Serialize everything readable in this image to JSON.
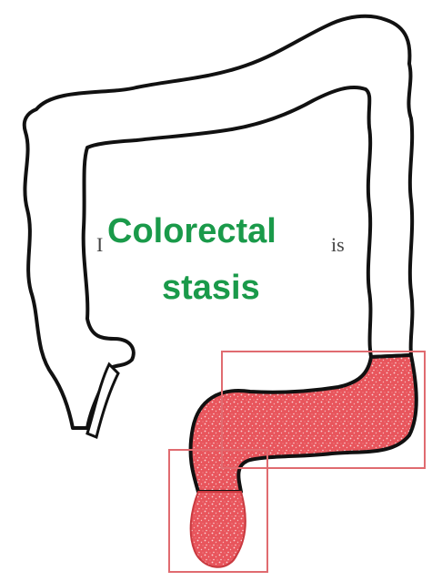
{
  "diagram": {
    "label_line1": "Colorectal",
    "label_line2": "stasis",
    "fragment_left": "I",
    "fragment_right": "is",
    "colors": {
      "outline": "#111111",
      "highlight_fill": "#e8555c",
      "highlight_speckle": "#ffffff",
      "box_stroke": "#e06b70",
      "label": "#1a9a4a"
    }
  }
}
